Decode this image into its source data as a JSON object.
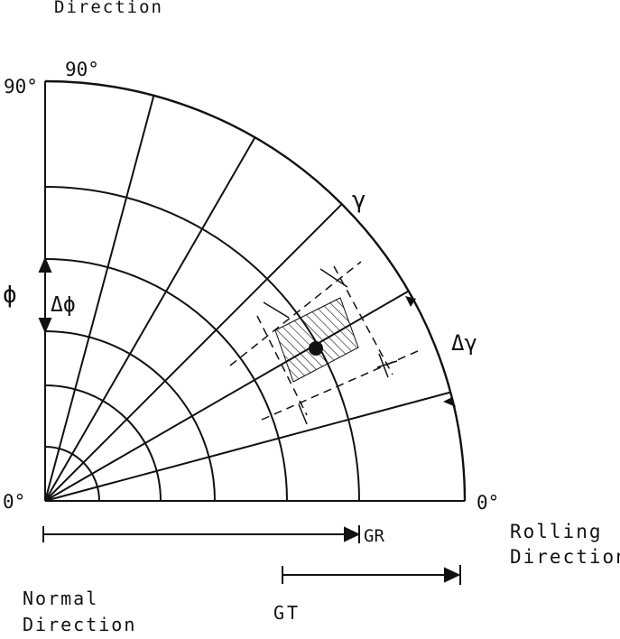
{
  "labels": {
    "top_direction": "Direction",
    "angle_90_top": "90°",
    "angle_90_left": "90°",
    "angle_0_origin": "0°",
    "angle_0_right": "0°",
    "gamma": "γ",
    "phi": "ϕ",
    "delta_phi": "Δϕ",
    "delta_gamma": "Δγ",
    "gr": "GR",
    "gt": "GT",
    "rolling_line1": "Rolling",
    "rolling_line2": "Direction",
    "normal_line1": "Normal",
    "normal_line2": "Direction"
  },
  "colors": {
    "ink": "#111111",
    "background": "#ffffff"
  }
}
